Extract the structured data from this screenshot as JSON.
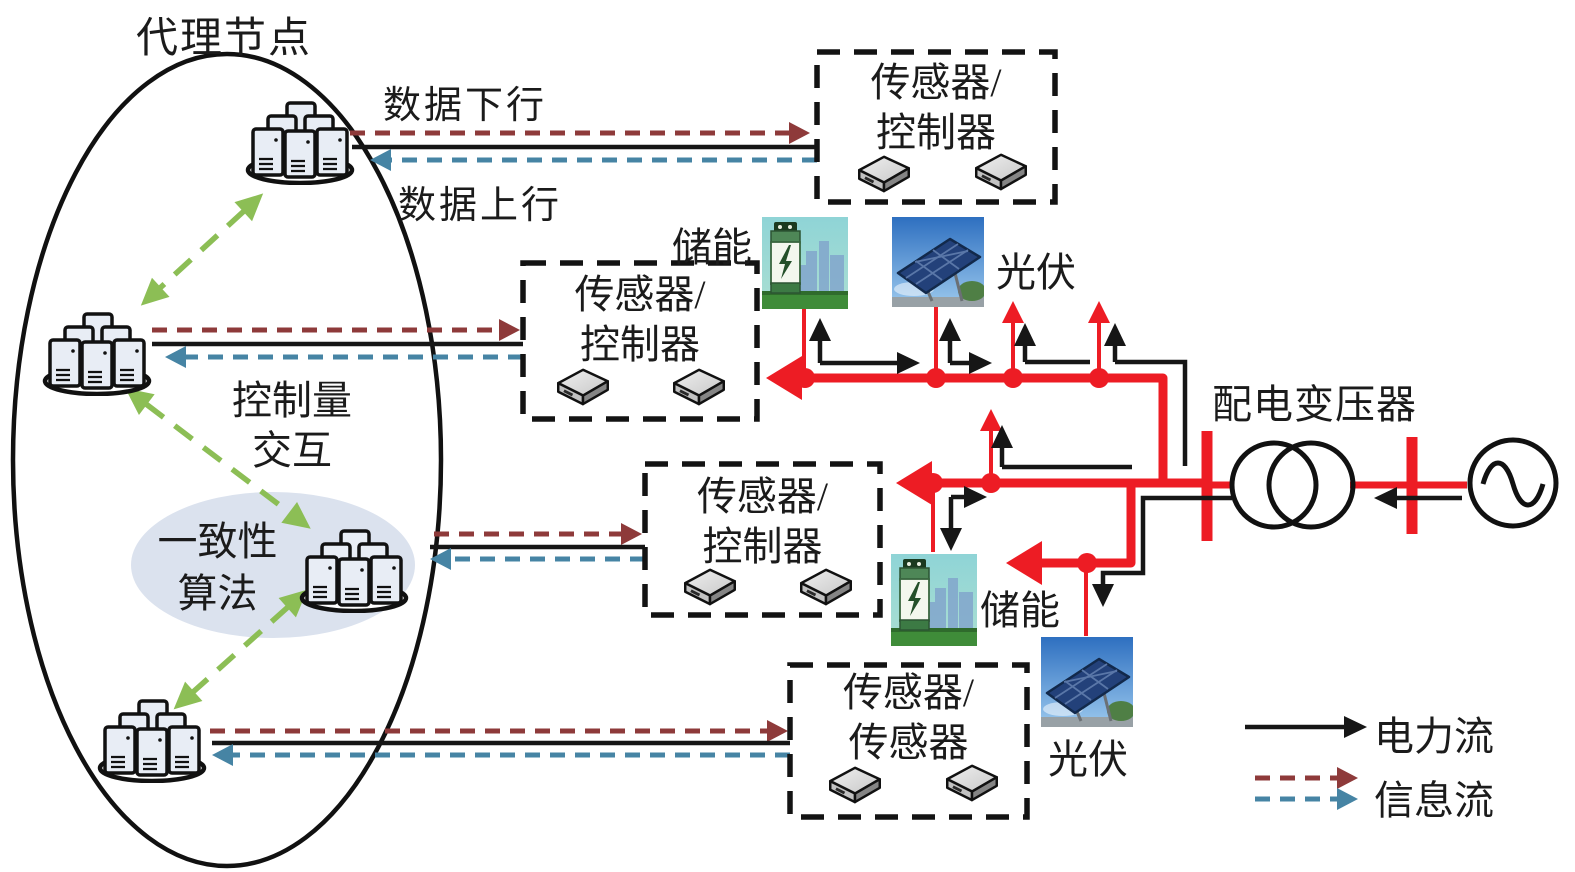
{
  "agent_cluster": {
    "title": "代理节点",
    "control_label_line1": "控制量",
    "control_label_line2": "交互",
    "consensus_line1": "一致性",
    "consensus_line2": "算法"
  },
  "data_links": {
    "downlink_label": "数据下行",
    "uplink_label": "数据上行"
  },
  "sensor_boxes": [
    {
      "line1": "传感器/",
      "line2": "控制器"
    },
    {
      "line1": "传感器/",
      "line2": "控制器"
    },
    {
      "line1": "传感器/",
      "line2": "控制器"
    },
    {
      "line1": "传感器/",
      "line2": "传感器"
    }
  ],
  "equipment": {
    "storage1_label": "储能",
    "pv1_label": "光伏",
    "storage2_label": "储能",
    "pv2_label": "光伏",
    "transformer_label": "配电变压器"
  },
  "legend": {
    "power_flow_label": "电力流",
    "info_flow_label": "信息流"
  },
  "colors": {
    "power_bus_red": "#ed1c24",
    "info_downlink_red": "#8e3a3a",
    "info_uplink_blue": "#4684a4",
    "consensus_green": "#8cbe55",
    "consensus_ellipse_fill": "#dbe2ee",
    "power_line_black": "#161616"
  }
}
